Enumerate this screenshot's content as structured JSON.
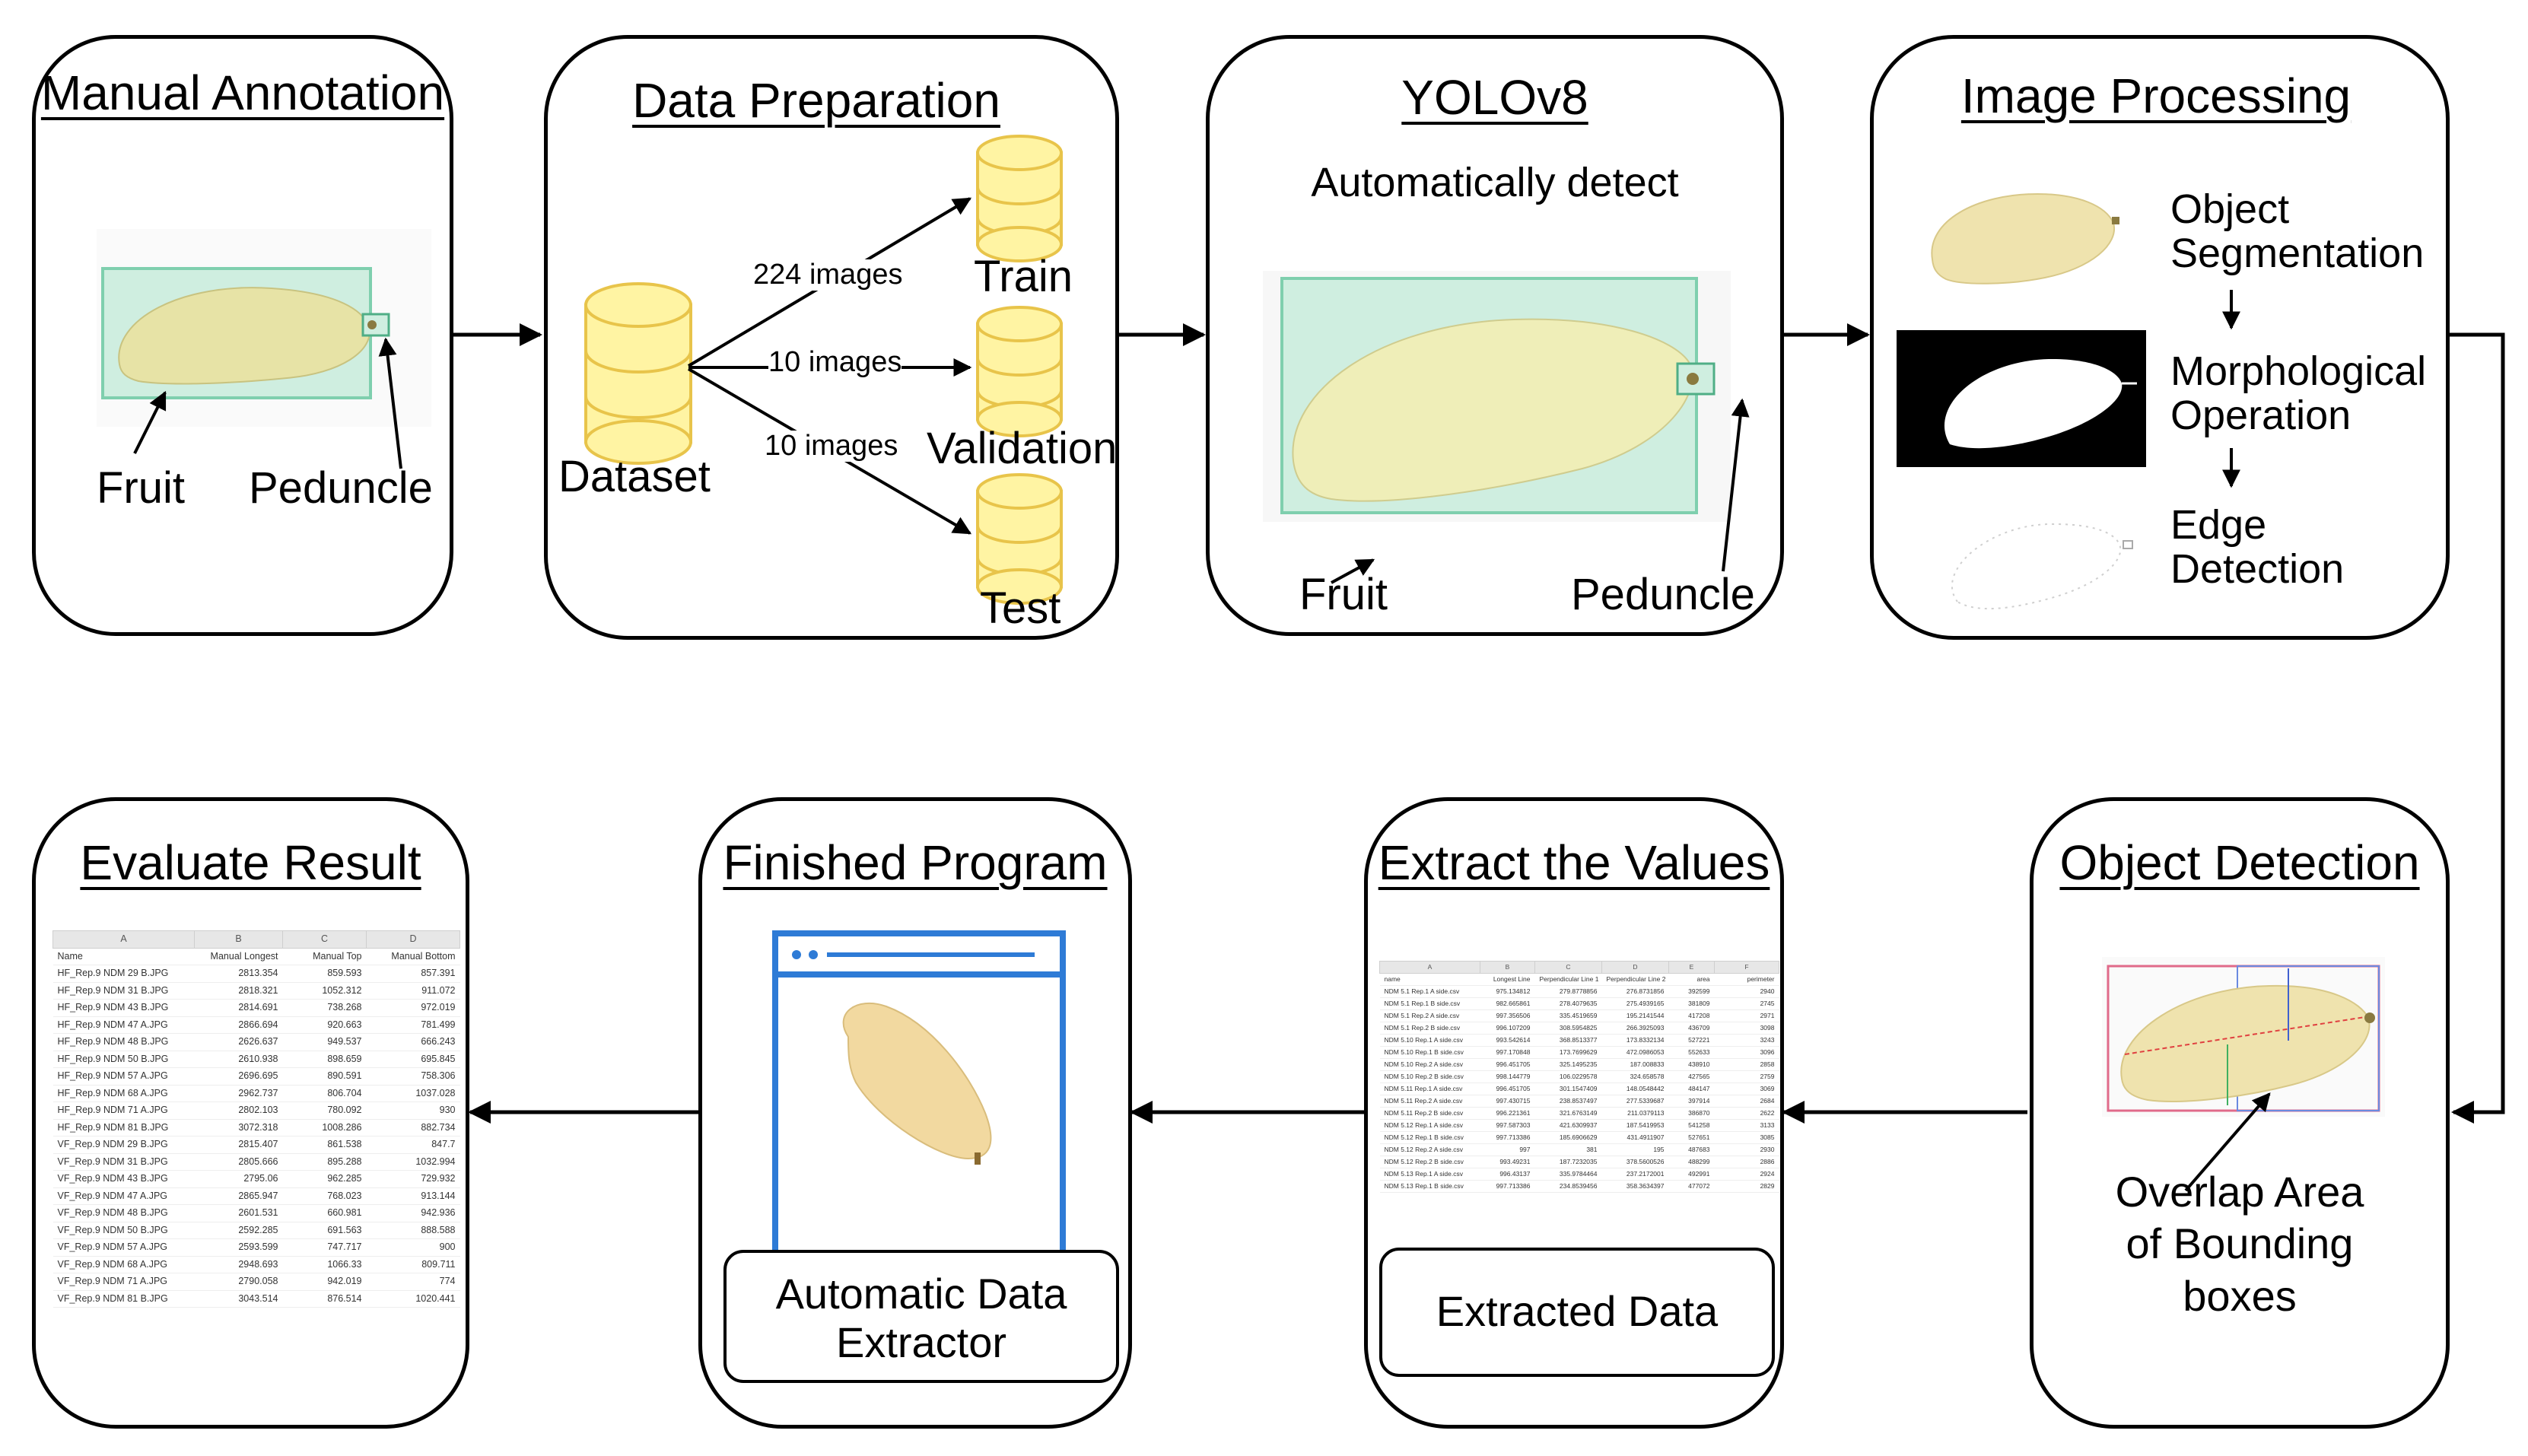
{
  "panels": {
    "manual_annotation": {
      "title": "Manual Annotation",
      "fruit": "Fruit",
      "peduncle": "Peduncle"
    },
    "data_preparation": {
      "title": "Data Preparation",
      "dataset": "Dataset",
      "train": "Train",
      "validation": "Validation",
      "test": "Test",
      "train_count": "224 images",
      "validation_count": "10 images",
      "test_count": "10 images"
    },
    "yolov8": {
      "title": "YOLOv8",
      "subtitle": "Automatically detect",
      "fruit": "Fruit",
      "peduncle": "Peduncle"
    },
    "image_processing": {
      "title": "Image Processing",
      "step1_a": "Object",
      "step1_b": "Segmentation",
      "step2_a": "Morphological",
      "step2_b": "Operation",
      "step3_a": "Edge",
      "step3_b": "Detection"
    },
    "object_detection": {
      "title": "Object Detection",
      "caption_a": "Overlap Area",
      "caption_b": "of Bounding",
      "caption_c": "boxes"
    },
    "extract_values": {
      "title": "Extract the Values",
      "box": "Extracted Data"
    },
    "finished_program": {
      "title": "Finished Program",
      "box_a": "Automatic Data",
      "box_b": "Extractor"
    },
    "evaluate_result": {
      "title": "Evaluate Result"
    }
  },
  "evaluate_table": {
    "col_letters": [
      "A",
      "B",
      "C",
      "D"
    ],
    "headers": [
      "Name",
      "Manual Longest",
      "Manual Top",
      "Manual Bottom"
    ],
    "rows": [
      [
        "HF_Rep.9 NDM 29 B.JPG",
        "2813.354",
        "859.593",
        "857.391"
      ],
      [
        "HF_Rep.9 NDM 31 B.JPG",
        "2818.321",
        "1052.312",
        "911.072"
      ],
      [
        "HF_Rep.9 NDM 43 B.JPG",
        "2814.691",
        "738.268",
        "972.019"
      ],
      [
        "HF_Rep.9 NDM 47 A.JPG",
        "2866.694",
        "920.663",
        "781.499"
      ],
      [
        "HF_Rep.9 NDM 48 B.JPG",
        "2626.637",
        "949.537",
        "666.243"
      ],
      [
        "HF_Rep.9 NDM 50 B.JPG",
        "2610.938",
        "898.659",
        "695.845"
      ],
      [
        "HF_Rep.9 NDM 57 A.JPG",
        "2696.695",
        "890.591",
        "758.306"
      ],
      [
        "HF_Rep.9 NDM 68 A.JPG",
        "2962.737",
        "806.704",
        "1037.028"
      ],
      [
        "HF_Rep.9 NDM 71 A.JPG",
        "2802.103",
        "780.092",
        "930"
      ],
      [
        "HF_Rep.9 NDM 81 B.JPG",
        "3072.318",
        "1008.286",
        "882.734"
      ],
      [
        "VF_Rep.9 NDM 29 B.JPG",
        "2815.407",
        "861.538",
        "847.7"
      ],
      [
        "VF_Rep.9 NDM 31 B.JPG",
        "2805.666",
        "895.288",
        "1032.994"
      ],
      [
        "VF_Rep.9 NDM 43 B.JPG",
        "2795.06",
        "962.285",
        "729.932"
      ],
      [
        "VF_Rep.9 NDM 47 A.JPG",
        "2865.947",
        "768.023",
        "913.144"
      ],
      [
        "VF_Rep.9 NDM 48 B.JPG",
        "2601.531",
        "660.981",
        "942.936"
      ],
      [
        "VF_Rep.9 NDM 50 B.JPG",
        "2592.285",
        "691.563",
        "888.588"
      ],
      [
        "VF_Rep.9 NDM 57 A.JPG",
        "2593.599",
        "747.717",
        "900"
      ],
      [
        "VF_Rep.9 NDM 68 A.JPG",
        "2948.693",
        "1066.33",
        "809.711"
      ],
      [
        "VF_Rep.9 NDM 71 A.JPG",
        "2790.058",
        "942.019",
        "774"
      ],
      [
        "VF_Rep.9 NDM 81 B.JPG",
        "3043.514",
        "876.514",
        "1020.441"
      ]
    ]
  },
  "extract_table": {
    "col_letters": [
      "A",
      "B",
      "C",
      "D",
      "E",
      "F"
    ],
    "headers": [
      "name",
      "Longest Line",
      "Perpendicular Line 1",
      "Perpendicular Line 2",
      "area",
      "perimeter"
    ],
    "rows": [
      [
        "NDM 5.1 Rep.1 A side.csv",
        "975.134812",
        "279.8778856",
        "276.8731856",
        "392599",
        "2940"
      ],
      [
        "NDM 5.1 Rep.1 B side.csv",
        "982.665861",
        "278.4079635",
        "275.4939165",
        "381809",
        "2745"
      ],
      [
        "NDM 5.1 Rep.2 A side.csv",
        "997.356506",
        "335.4519659",
        "195.2141544",
        "417208",
        "2971"
      ],
      [
        "NDM 5.1 Rep.2 B side.csv",
        "996.107209",
        "308.5954825",
        "266.3925093",
        "436709",
        "3098"
      ],
      [
        "NDM 5.10 Rep.1 A side.csv",
        "993.542614",
        "368.8513377",
        "173.8332134",
        "527221",
        "3243"
      ],
      [
        "NDM 5.10 Rep.1 B side.csv",
        "997.170848",
        "173.7699629",
        "472.0986053",
        "552633",
        "3096"
      ],
      [
        "NDM 5.10 Rep.2 A side.csv",
        "996.451705",
        "325.1495235",
        "187.008833",
        "438910",
        "2858"
      ],
      [
        "NDM 5.10 Rep.2 B side.csv",
        "998.144779",
        "106.0229578",
        "324.658578",
        "427565",
        "2759"
      ],
      [
        "NDM 5.11 Rep.1 A side.csv",
        "996.451705",
        "301.1547409",
        "148.0548442",
        "484147",
        "3069"
      ],
      [
        "NDM 5.11 Rep.2 A side.csv",
        "997.430715",
        "238.8537497",
        "277.5339687",
        "397914",
        "2684"
      ],
      [
        "NDM 5.11 Rep.2 B side.csv",
        "996.221361",
        "321.6763149",
        "211.0379113",
        "386870",
        "2622"
      ],
      [
        "NDM 5.12 Rep.1 A side.csv",
        "997.587303",
        "421.6309937",
        "187.5419953",
        "541258",
        "3133"
      ],
      [
        "NDM 5.12 Rep.1 B side.csv",
        "997.713386",
        "185.6906629",
        "431.4911907",
        "527651",
        "3085"
      ],
      [
        "NDM 5.12 Rep.2 A side.csv",
        "997",
        "381",
        "195",
        "487683",
        "2930"
      ],
      [
        "NDM 5.12 Rep.2 B side.csv",
        "993.49231",
        "187.7232035",
        "378.5600526",
        "488299",
        "2886"
      ],
      [
        "NDM 5.13 Rep.1 A side.csv",
        "996.43137",
        "335.9784464",
        "237.2172001",
        "492991",
        "2924"
      ],
      [
        "NDM 5.13 Rep.1 B side.csv",
        "997.713386",
        "234.8539456",
        "358.3634397",
        "477072",
        "2829"
      ]
    ]
  },
  "colors": {
    "mango": "#efe3ae",
    "mango_shade": "#d8c888",
    "bbox_fill": "#cfeee0",
    "bbox_stroke": "#7fcfae",
    "db_fill": "#fff4a3",
    "db_stroke": "#e8c44a",
    "browser_blue": "#2e7bd6"
  },
  "icons": [
    "database-icon",
    "mango-image",
    "browser-window-icon",
    "mask-image",
    "edge-image"
  ]
}
